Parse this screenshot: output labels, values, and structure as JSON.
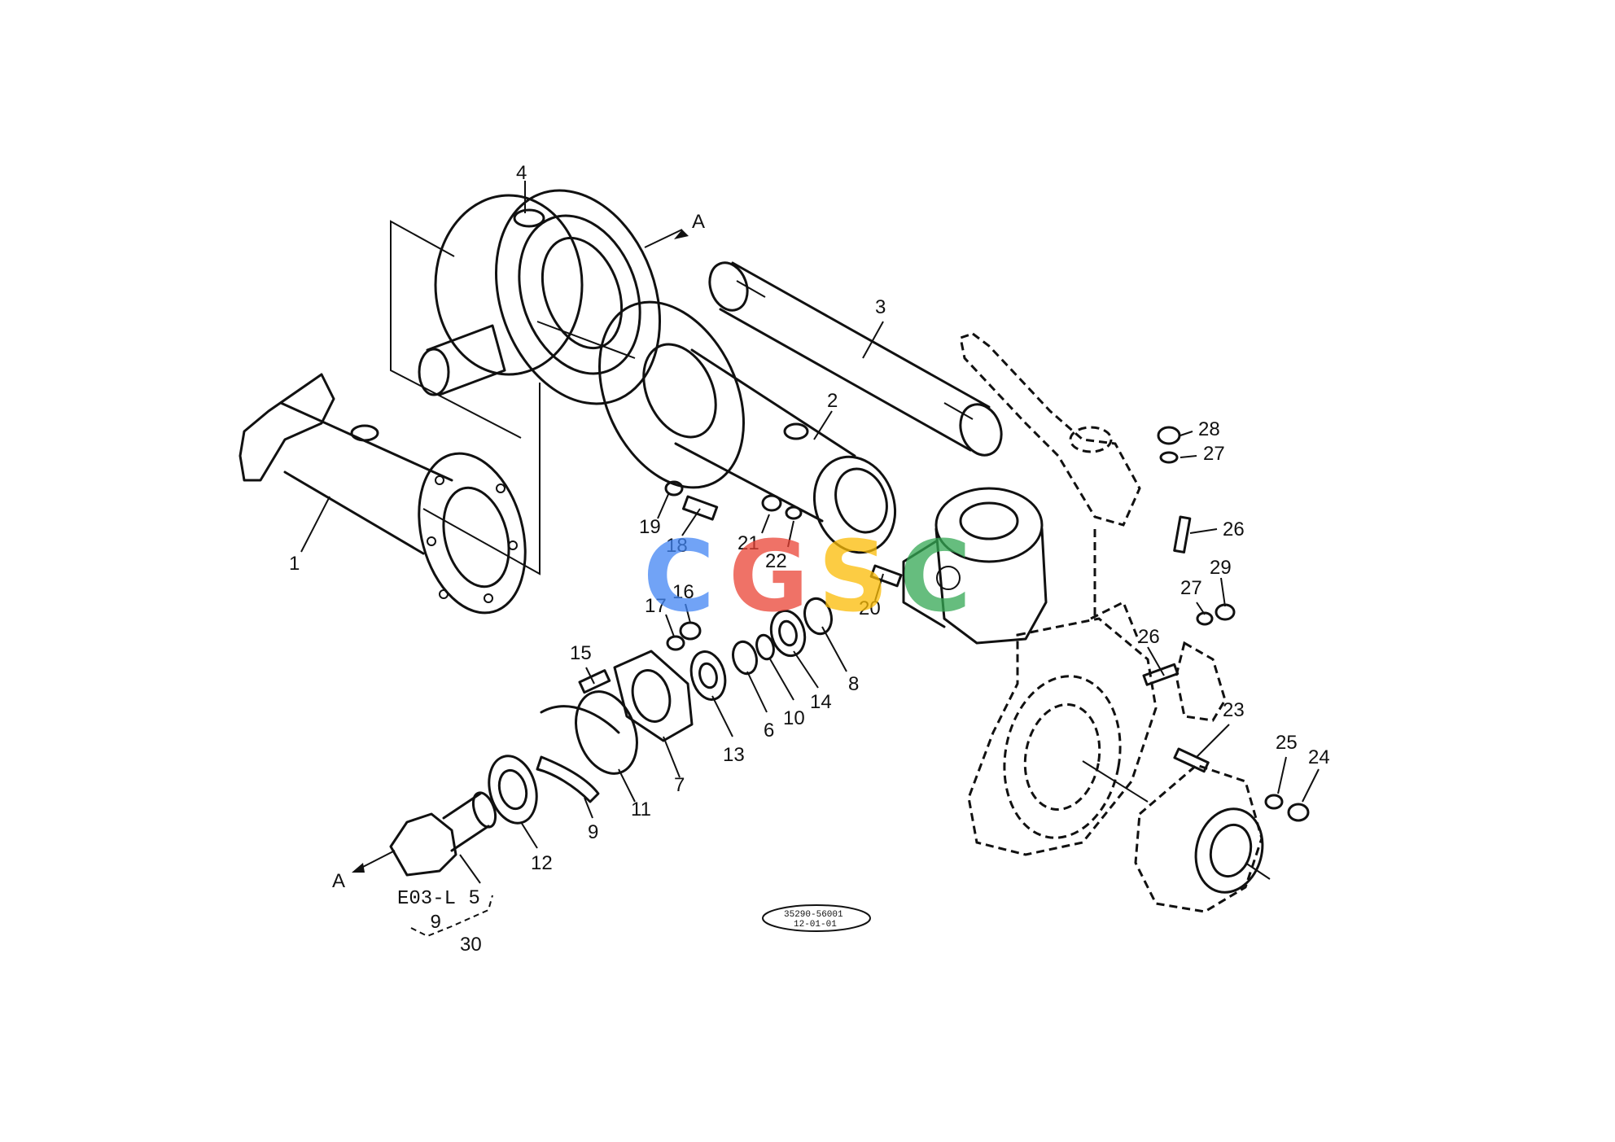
{
  "diagram": {
    "part_numbers": [
      "1",
      "2",
      "3",
      "4",
      "5",
      "6",
      "7",
      "8",
      "9",
      "10",
      "11",
      "12",
      "13",
      "14",
      "15",
      "16",
      "17",
      "18",
      "19",
      "20",
      "21",
      "22",
      "23",
      "24",
      "25",
      "26",
      "26",
      "27",
      "27",
      "28",
      "29"
    ],
    "section_marker": "A",
    "reference": {
      "page": "E03-L",
      "sub": "9",
      "item": "30"
    },
    "drawing_code": {
      "line1": "35290-56001",
      "line2": "12-01-01"
    }
  },
  "watermark": {
    "letters": [
      "C",
      "G",
      "S",
      "C"
    ],
    "colors": [
      "#4285F4",
      "#EA4335",
      "#FBBC05",
      "#34A853"
    ]
  }
}
